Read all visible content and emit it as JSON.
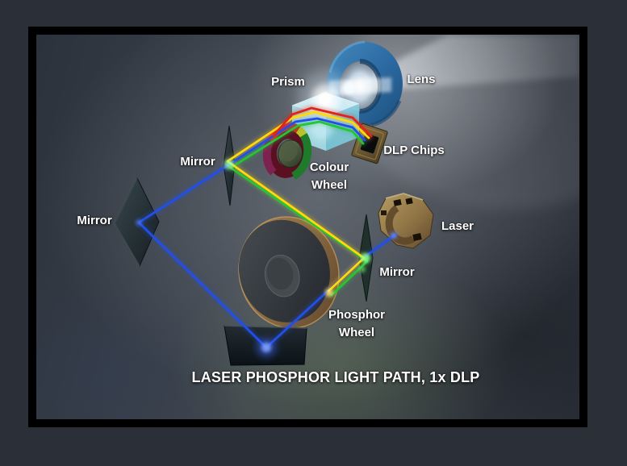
{
  "labels": {
    "prism": "Prism",
    "lens": "Lens",
    "dlp_chips": "DLP Chips",
    "colour_wheel_line1": "Colour",
    "colour_wheel_line2": "Wheel",
    "mirror_top": "Mirror",
    "mirror_left": "Mirror",
    "mirror_small": "Mirror",
    "laser": "Laser",
    "phosphor_wheel_line1": "Phosphor",
    "phosphor_wheel_line2": "Wheel",
    "title": "LASER PHOSPHOR LIGHT PATH, 1x DLP"
  },
  "colors": {
    "beam_blue": "#2050e8",
    "beam_yellow": "#ffd90a",
    "beam_green": "#27c437",
    "beam_red": "#e02418",
    "lens_blue": "#2d6ba3",
    "frame_border": "#000000",
    "outer_background": "#2a2f38",
    "label_text": "#ffffff"
  }
}
